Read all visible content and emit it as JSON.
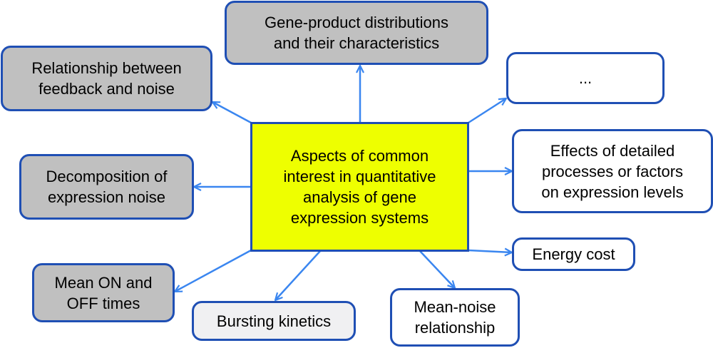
{
  "center": {
    "label": "Aspects of common\ninterest in quantitative\nanalysis of gene\nexpression systems",
    "fill": "#eeff00"
  },
  "nodes": [
    {
      "id": "gene-product-distributions",
      "label": "Gene-product distributions\nand their characteristics",
      "fill": "#c0c0c0"
    },
    {
      "id": "feedback-noise",
      "label": "Relationship between\nfeedback and noise",
      "fill": "#c0c0c0"
    },
    {
      "id": "ellipsis",
      "label": "...",
      "fill": "#ffffff"
    },
    {
      "id": "noise-decomposition",
      "label": "Decomposition of\nexpression noise",
      "fill": "#c0c0c0"
    },
    {
      "id": "detailed-processes",
      "label": "Effects of detailed\nprocesses or factors\non expression levels",
      "fill": "#ffffff"
    },
    {
      "id": "energy-cost",
      "label": "Energy cost",
      "fill": "#ffffff"
    },
    {
      "id": "on-off-times",
      "label": "Mean ON and\nOFF times",
      "fill": "#c0c0c0"
    },
    {
      "id": "bursting-kinetics",
      "label": "Bursting kinetics",
      "fill": "#f0f0f2"
    },
    {
      "id": "mean-noise",
      "label": "Mean-noise\nrelationship",
      "fill": "#ffffff"
    }
  ],
  "colors": {
    "border": "#1f4fb4",
    "arrow": "#3a86f0"
  }
}
